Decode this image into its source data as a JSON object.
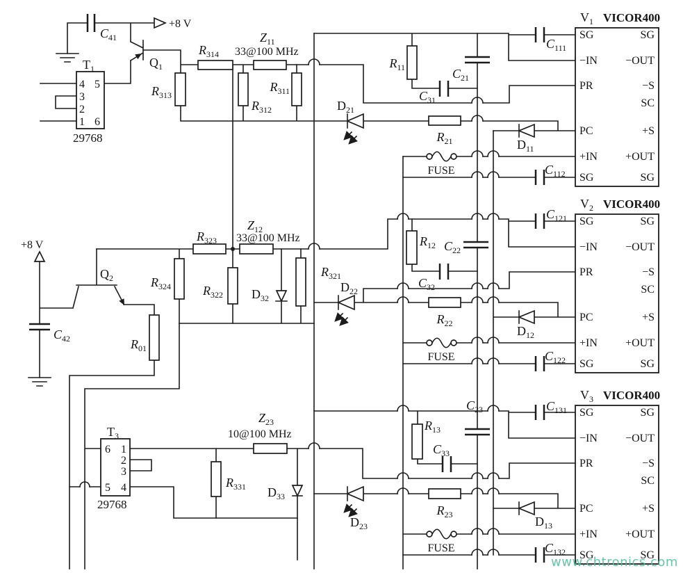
{
  "watermark": "www.chtronics.com",
  "power_label": "+8 V",
  "fuse_label": "FUSE",
  "oscillators": {
    "t1": {
      "ref": {
        "t": "T",
        "s": "1"
      },
      "part": "29768",
      "pins": {
        "p1": "1",
        "p2": "2",
        "p3": "3",
        "p4": "4",
        "p5": "5",
        "p6": "6"
      }
    },
    "t3": {
      "ref": {
        "t": "T",
        "s": "3"
      },
      "part": "29768",
      "pins": {
        "p1": "1",
        "p2": "2",
        "p3": "3",
        "p4": "4",
        "p5": "5",
        "p6": "6"
      }
    }
  },
  "transistors": {
    "q1": {
      "t": "Q",
      "s": "1"
    },
    "q2": {
      "t": "Q",
      "s": "2"
    }
  },
  "values": {
    "z11": "33@100 MHz",
    "z12": "33@100 MHz",
    "z23": "10@100 MHz"
  },
  "refs": {
    "c41": {
      "t": "C",
      "s": "41"
    },
    "r313": {
      "t": "R",
      "s": "313"
    },
    "r314": {
      "t": "R",
      "s": "314"
    },
    "z11": {
      "t": "Z",
      "s": "11"
    },
    "r312": {
      "t": "R",
      "s": "312"
    },
    "r311": {
      "t": "R",
      "s": "311"
    },
    "d21": {
      "t": "D",
      "s": "21"
    },
    "r11": {
      "t": "R",
      "s": "11"
    },
    "c31": {
      "t": "C",
      "s": "31"
    },
    "c21": {
      "t": "C",
      "s": "21"
    },
    "r21": {
      "t": "R",
      "s": "21"
    },
    "d11": {
      "t": "D",
      "s": "11"
    },
    "c111": {
      "t": "C",
      "s": "111"
    },
    "c112": {
      "t": "C",
      "s": "112"
    },
    "c42": {
      "t": "C",
      "s": "42"
    },
    "r01": {
      "t": "R",
      "s": "01"
    },
    "r324": {
      "t": "R",
      "s": "324"
    },
    "r323": {
      "t": "R",
      "s": "323"
    },
    "r322": {
      "t": "R",
      "s": "322"
    },
    "z12": {
      "t": "Z",
      "s": "12"
    },
    "d32": {
      "t": "D",
      "s": "32"
    },
    "r321": {
      "t": "R",
      "s": "321"
    },
    "d22": {
      "t": "D",
      "s": "22"
    },
    "r12": {
      "t": "R",
      "s": "12"
    },
    "c22": {
      "t": "C",
      "s": "22"
    },
    "c32": {
      "t": "C",
      "s": "32"
    },
    "r22": {
      "t": "R",
      "s": "22"
    },
    "d12": {
      "t": "D",
      "s": "12"
    },
    "c121": {
      "t": "C",
      "s": "121"
    },
    "c122": {
      "t": "C",
      "s": "122"
    },
    "z23": {
      "t": "Z",
      "s": "23"
    },
    "r331": {
      "t": "R",
      "s": "331"
    },
    "d33": {
      "t": "D",
      "s": "33"
    },
    "d23": {
      "t": "D",
      "s": "23"
    },
    "r13": {
      "t": "R",
      "s": "13"
    },
    "c33": {
      "t": "C",
      "s": "33"
    },
    "c23": {
      "t": "C",
      "s": "23"
    },
    "r23": {
      "t": "R",
      "s": "23"
    },
    "d13": {
      "t": "D",
      "s": "13"
    },
    "c131": {
      "t": "C",
      "s": "131"
    },
    "c132": {
      "t": "C",
      "s": "132"
    }
  },
  "modules": {
    "v1": {
      "ref": {
        "t": "V",
        "s": "1"
      },
      "part": "VICOR400",
      "left": [
        "SG",
        "−IN",
        "PR",
        "PC",
        "+IN",
        "SG"
      ],
      "right": [
        "SG",
        "−OUT",
        "−S",
        "SC",
        "+S",
        "+OUT",
        "SG"
      ]
    },
    "v2": {
      "ref": {
        "t": "V",
        "s": "2"
      },
      "part": "VICOR400",
      "left": [
        "SG",
        "−IN",
        "PR",
        "PC",
        "+IN",
        "SG"
      ],
      "right": [
        "SG",
        "−OUT",
        "−S",
        "SC",
        "+S",
        "+OUT",
        "SG"
      ]
    },
    "v3": {
      "ref": {
        "t": "V",
        "s": "3"
      },
      "part": "VICOR400",
      "left": [
        "SG",
        "−IN",
        "PR",
        "PC",
        "+IN",
        "SG"
      ],
      "right": [
        "SG",
        "−OUT",
        "−S",
        "SC",
        "+S",
        "+OUT",
        "SG"
      ]
    }
  }
}
